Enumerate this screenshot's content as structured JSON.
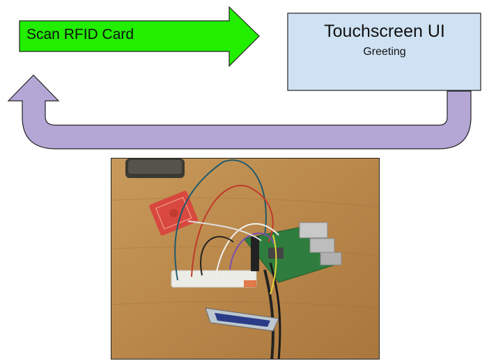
{
  "flow": {
    "step1": {
      "label": "Scan RFID Card",
      "color": "#22ee00"
    },
    "step2": {
      "title": "Touchscreen UI",
      "subtitle": "Greeting",
      "color": "#cfe2f3"
    },
    "return_arrow": {
      "color": "#b4a7d6"
    }
  },
  "photo": {
    "subject": "RFID reader wired to Raspberry Pi on breadboard"
  }
}
